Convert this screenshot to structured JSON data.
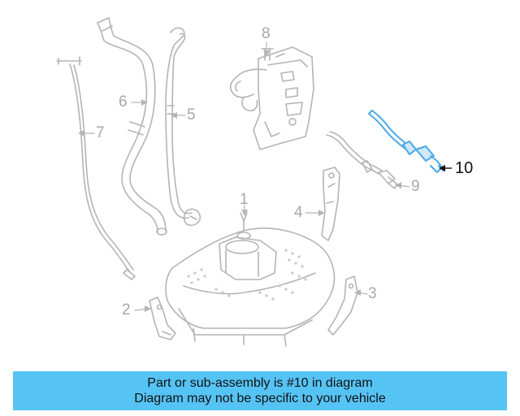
{
  "diagram": {
    "callouts": [
      {
        "id": "1",
        "label": "1"
      },
      {
        "id": "2",
        "label": "2"
      },
      {
        "id": "3",
        "label": "3"
      },
      {
        "id": "4",
        "label": "4"
      },
      {
        "id": "5",
        "label": "5"
      },
      {
        "id": "6",
        "label": "6"
      },
      {
        "id": "7",
        "label": "7"
      },
      {
        "id": "8",
        "label": "8"
      },
      {
        "id": "9",
        "label": "9"
      },
      {
        "id": "10",
        "label": "10"
      }
    ],
    "highlighted_part": "10"
  },
  "banner": {
    "line1": "Part or sub-assembly is #10 in diagram",
    "line2": "Diagram may not be specific to your vehicle"
  },
  "colors": {
    "outline": "#b4b4b4",
    "highlight": "#4aa8ea",
    "banner_bg": "#56c3f5",
    "text": "#111111"
  }
}
